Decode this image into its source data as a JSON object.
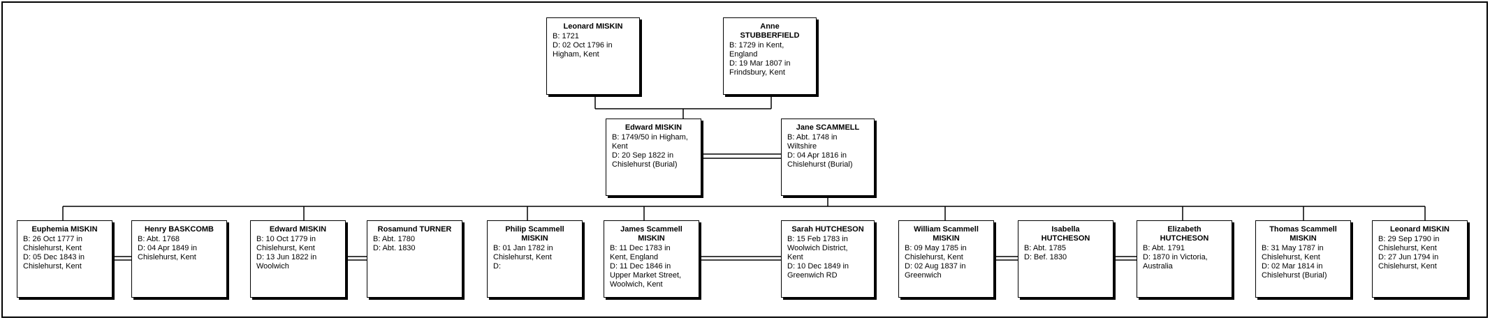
{
  "people": {
    "leonard_sr": {
      "name": "Leonard MISKIN",
      "birth": "B: 1721",
      "death": "D: 02 Oct 1796 in\nHigham, Kent"
    },
    "anne": {
      "name": "Anne\nSTUBBERFIELD",
      "birth": "B: 1729 in Kent,\nEngland",
      "death": "D: 19 Mar 1807 in\nFrindsbury, Kent"
    },
    "edward": {
      "name": "Edward MISKIN",
      "birth": "B: 1749/50 in Higham,\nKent",
      "death": "D: 20 Sep 1822 in\nChislehurst (Burial)"
    },
    "jane": {
      "name": "Jane SCAMMELL",
      "birth": "B: Abt. 1748 in\nWiltshire",
      "death": "D: 04 Apr 1816 in\nChislehurst (Burial)"
    },
    "euphemia": {
      "name": "Euphemia MISKIN",
      "birth": "B: 26 Oct 1777 in\nChislehurst, Kent",
      "death": "D: 05 Dec 1843 in\nChislehurst, Kent"
    },
    "henry": {
      "name": "Henry BASKCOMB",
      "birth": "B: Abt. 1768",
      "death": "D: 04 Apr 1849 in\nChislehurst, Kent"
    },
    "edward_jr": {
      "name": "Edward MISKIN",
      "birth": "B: 10 Oct 1779 in\nChislehurst, Kent",
      "death": "D: 13 Jun 1822 in\nWoolwich"
    },
    "rosamund": {
      "name": "Rosamund TURNER",
      "birth": "B: Abt. 1780",
      "death": "D: Abt. 1830"
    },
    "philip": {
      "name": "Philip Scammell\nMISKIN",
      "birth": "B: 01 Jan 1782 in\nChislehurst, Kent",
      "death": "D:"
    },
    "james": {
      "name": "James Scammell\nMISKIN",
      "birth": "B: 11 Dec 1783 in\nKent, England",
      "death": "D: 11 Dec 1846 in\nUpper Market Street,\nWoolwich, Kent"
    },
    "sarah": {
      "name": "Sarah HUTCHESON",
      "birth": "B: 15 Feb 1783 in\nWoolwich District,\nKent",
      "death": "D: 10 Dec 1849 in\nGreenwich RD"
    },
    "william": {
      "name": "William Scammell\nMISKIN",
      "birth": "B: 09 May 1785 in\nChislehurst, Kent",
      "death": "D: 02 Aug 1837 in\nGreenwich"
    },
    "isabella": {
      "name": "Isabella\nHUTCHESON",
      "birth": "B: Abt. 1785",
      "death": "D: Bef. 1830"
    },
    "elizabeth": {
      "name": "Elizabeth\nHUTCHESON",
      "birth": "B: Abt. 1791",
      "death": "D: 1870 in Victoria,\nAustralia"
    },
    "thomas": {
      "name": "Thomas Scammell\nMISKIN",
      "birth": "B: 31 May 1787 in\nChislehurst, Kent",
      "death": "D: 02 Mar 1814 in\nChislehurst (Burial)"
    },
    "leonard_jr": {
      "name": "Leonard MISKIN",
      "birth": "B: 29 Sep 1790 in\nChislehurst, Kent",
      "death": "D: 27 Jun 1794 in\nChislehurst, Kent"
    }
  }
}
